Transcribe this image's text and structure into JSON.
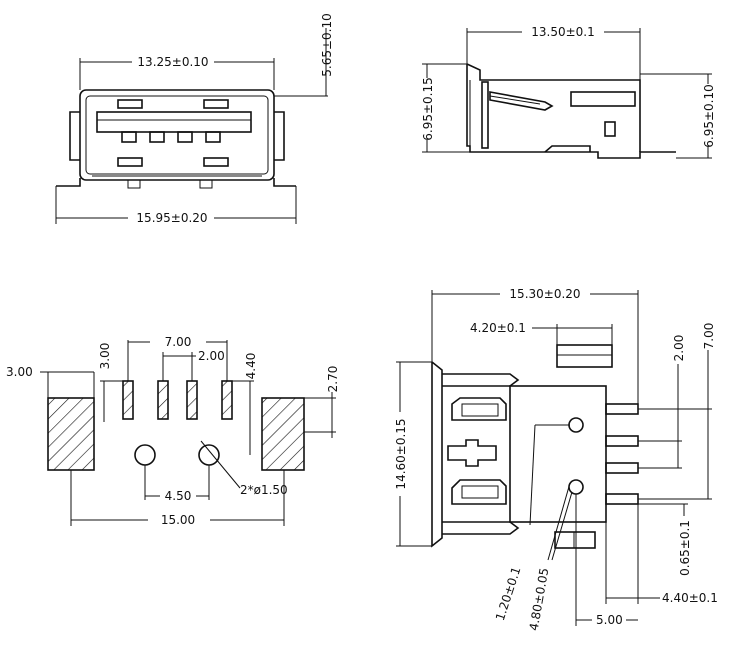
{
  "views": {
    "front": {
      "width_dim": "13.25±0.10",
      "height_dim": "5.65±0.10",
      "overall_width_dim": "15.95±0.20"
    },
    "side": {
      "depth_dim": "13.50±0.1",
      "left_height_dim": "6.95±0.15",
      "right_height_dim": "6.95±0.10"
    },
    "footprint": {
      "pad_width": "3.00",
      "pin_offset": "3.00",
      "pin_span": "7.00",
      "pin_pitch": "2.00",
      "pin_length": "4.40",
      "pad_height": "2.70",
      "hole_spacing": "4.50",
      "holes": "2*ø1.50",
      "overall_width": "15.00"
    },
    "top": {
      "length_dim": "15.30±0.20",
      "front_dim": "4.20±0.1",
      "pitch_dim": "2.00",
      "span_dim": "7.00",
      "width_dim": "14.60±0.15",
      "pin_width_dim": "0.65±0.1",
      "lead_dim": "4.40±0.1",
      "post_dim": "1.20±0.1",
      "hole_dim": "4.80±0.05",
      "offset_dim": "5.00"
    }
  }
}
